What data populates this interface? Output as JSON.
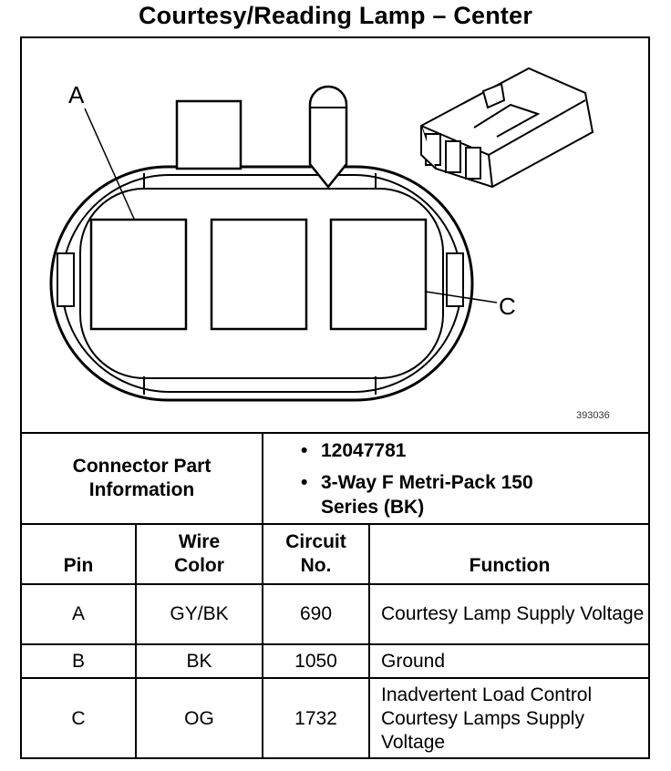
{
  "title": "Courtesy/Reading Lamp – Center",
  "figure_code": "393036",
  "diagram_labels": {
    "pin_a": "A",
    "pin_c": "C"
  },
  "connector_info": {
    "label": "Connector Part Information",
    "items": [
      "12047781",
      "3-Way F Metri-Pack 150 Series (BK)"
    ]
  },
  "table": {
    "headers": {
      "pin": "Pin",
      "wire_color": "Wire Color",
      "circuit": "Circuit No.",
      "function": "Function"
    },
    "rows": [
      {
        "pin": "A",
        "wire_color": "GY/BK",
        "circuit": "690",
        "function": "Courtesy Lamp Supply Voltage"
      },
      {
        "pin": "B",
        "wire_color": "BK",
        "circuit": "1050",
        "function": "Ground"
      },
      {
        "pin": "C",
        "wire_color": "OG",
        "circuit": "1732",
        "function": "Inadvertent Load Control Courtesy Lamps Supply Voltage"
      }
    ]
  }
}
